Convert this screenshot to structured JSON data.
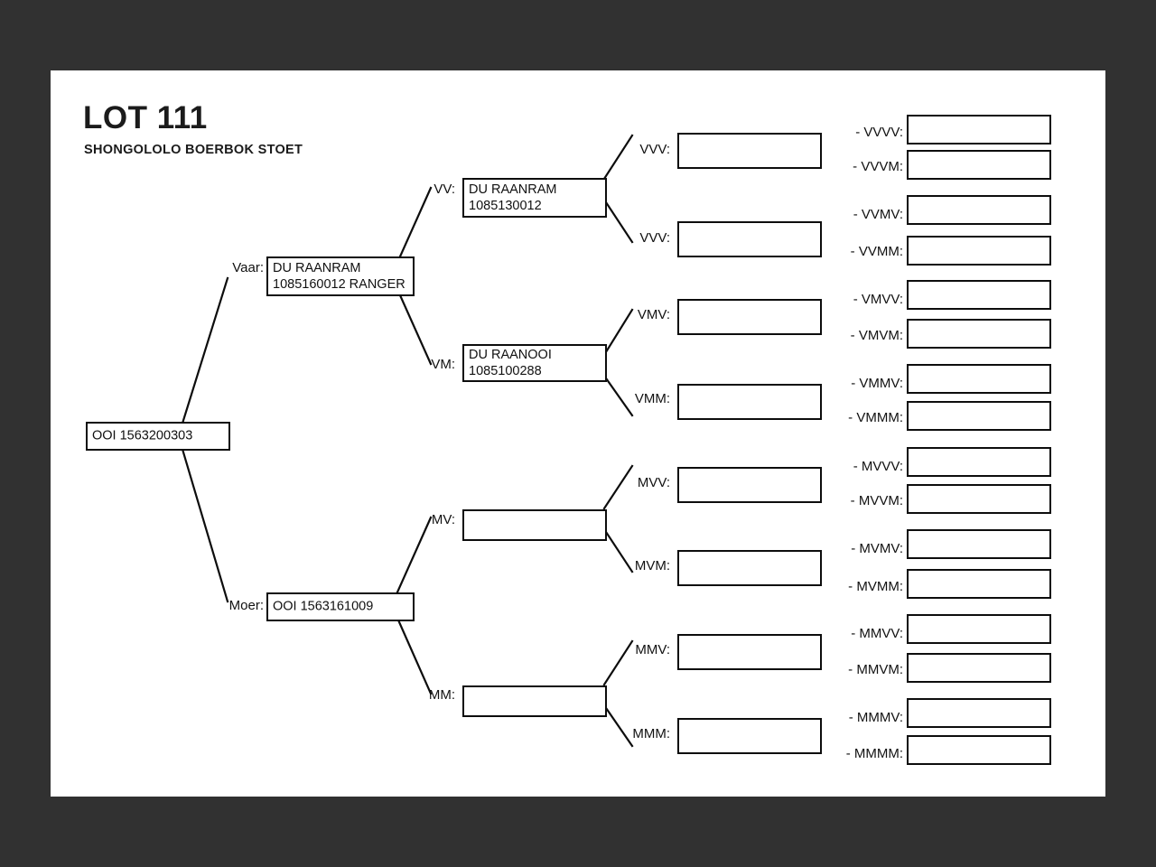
{
  "document": {
    "title": "LOT 111",
    "subtitle": "SHONGOLOLO BOERBOK STOET",
    "page_background": "#ffffff",
    "canvas_background": "#313131",
    "line_color": "#0d0d0d"
  },
  "pedigree": {
    "root": {
      "label": "",
      "value": "OOI 1563200303"
    },
    "gen2": [
      {
        "label": "Vaar:",
        "value": "DU RAANRAM\n1085160012 RANGER"
      },
      {
        "label": "Moer:",
        "value": "OOI 1563161009"
      }
    ],
    "gen3": [
      {
        "label": "VV:",
        "value": "DU RAANRAM\n1085130012"
      },
      {
        "label": "VM:",
        "value": "DU RAANOOI\n1085100288"
      },
      {
        "label": "MV:",
        "value": ""
      },
      {
        "label": "MM:",
        "value": ""
      }
    ],
    "gen4": [
      {
        "label": "VVV:",
        "value": ""
      },
      {
        "label": "VVV:",
        "value": ""
      },
      {
        "label": "VMV:",
        "value": ""
      },
      {
        "label": "VMM:",
        "value": ""
      },
      {
        "label": "MVV:",
        "value": ""
      },
      {
        "label": "MVM:",
        "value": ""
      },
      {
        "label": "MMV:",
        "value": ""
      },
      {
        "label": "MMM:",
        "value": ""
      }
    ],
    "gen5": [
      {
        "label": "- VVVV:",
        "value": ""
      },
      {
        "label": "- VVVM:",
        "value": ""
      },
      {
        "label": "- VVMV:",
        "value": ""
      },
      {
        "label": "- VVMM:",
        "value": ""
      },
      {
        "label": "- VMVV:",
        "value": ""
      },
      {
        "label": "- VMVM:",
        "value": ""
      },
      {
        "label": "- VMMV:",
        "value": ""
      },
      {
        "label": "- VMMM:",
        "value": ""
      },
      {
        "label": "- MVVV:",
        "value": ""
      },
      {
        "label": "- MVVM:",
        "value": ""
      },
      {
        "label": "- MVMV:",
        "value": ""
      },
      {
        "label": "- MVMM:",
        "value": ""
      },
      {
        "label": "- MMVV:",
        "value": ""
      },
      {
        "label": "- MMVM:",
        "value": ""
      },
      {
        "label": "- MMMV:",
        "value": ""
      },
      {
        "label": "- MMMM:",
        "value": ""
      }
    ]
  }
}
